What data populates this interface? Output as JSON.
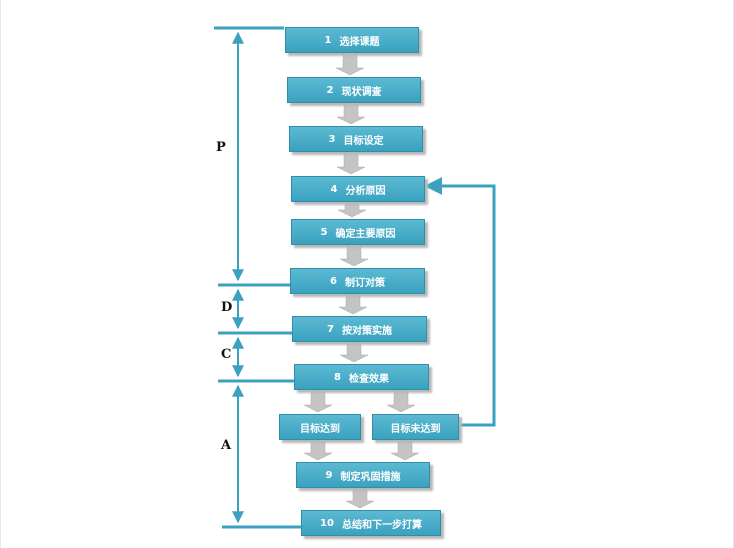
{
  "colors": {
    "accent": "#3aa2c0",
    "line": "#3aa2c0",
    "arrow": "#c4c4c4"
  },
  "steps": [
    {
      "num": "1",
      "label": "选择课题"
    },
    {
      "num": "2",
      "label": "现状调查"
    },
    {
      "num": "3",
      "label": "目标设定"
    },
    {
      "num": "4",
      "label": "分析原因"
    },
    {
      "num": "5",
      "label": "确定主要原因"
    },
    {
      "num": "6",
      "label": "制订对策"
    },
    {
      "num": "7",
      "label": "按对策实施"
    },
    {
      "num": "8",
      "label": "检查效果"
    },
    {
      "num": "",
      "label": "目标达到"
    },
    {
      "num": "",
      "label": "目标未达到"
    },
    {
      "num": "9",
      "label": "制定巩固措施"
    },
    {
      "num": "10",
      "label": "总结和下一步打算"
    }
  ],
  "phases": [
    "P",
    "D",
    "C",
    "A"
  ]
}
